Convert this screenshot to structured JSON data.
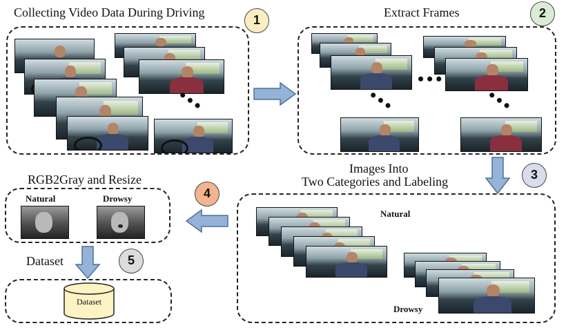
{
  "steps": [
    {
      "number": "1",
      "title": "Collecting Video Data During Driving",
      "color": "#fbeec1"
    },
    {
      "number": "2",
      "title": "Extract Frames",
      "color": "#dcebd6"
    },
    {
      "number": "3",
      "title_line1": "Images Into",
      "title_line2": "Two Categories and Labeling",
      "color": "#d8dcec"
    },
    {
      "number": "4",
      "title": "RGB2Gray and Resize",
      "color": "#f2b58e"
    },
    {
      "number": "5",
      "title": "Dataset",
      "color": "#dcdcdc"
    }
  ],
  "labels": {
    "natural": "Natural",
    "drowsy": "Drowsy",
    "natural_section": "Natural",
    "drowsy_section": "Drowsy",
    "dataset_cylinder": "Dataset"
  },
  "colors": {
    "arrow_fill": "#95b3d7",
    "arrow_stroke": "#4f6f9a",
    "cylinder_fill": "#fdf3c4"
  },
  "icons": [
    "arrow-right-icon",
    "arrow-down-icon",
    "arrow-left-icon",
    "database-cylinder-icon",
    "ellipsis-icon"
  ]
}
